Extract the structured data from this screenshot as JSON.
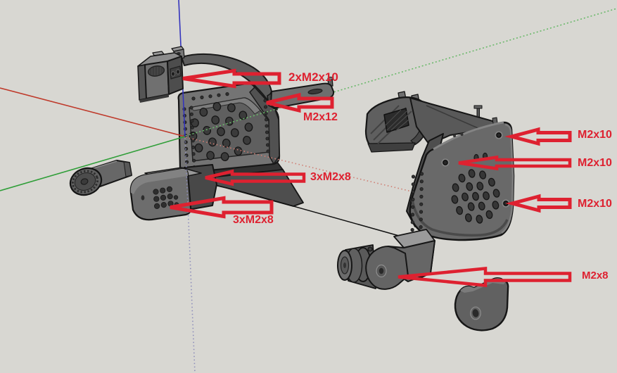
{
  "viewport": {
    "type": "3d-cad-assembly-view",
    "description": "Exploded CAD view of two mount assemblies with screw size callouts"
  },
  "annotations": {
    "color": "#de2130",
    "callouts": [
      {
        "id": "bracket-screws",
        "text": "2xM2x10"
      },
      {
        "id": "side-arm-screw",
        "text": "M2x12"
      },
      {
        "id": "plate-screws-upper",
        "text": "3xM2x8"
      },
      {
        "id": "block-screws-lower",
        "text": "3xM2x8"
      },
      {
        "id": "right-plate-top",
        "text": "M2x10"
      },
      {
        "id": "right-plate-middle",
        "text": "M2x10"
      },
      {
        "id": "right-plate-bottom",
        "text": "M2x10"
      },
      {
        "id": "pivot-screw",
        "text": "M2x8"
      }
    ]
  },
  "axes": {
    "red": "#bf3a2b",
    "green": "#2f9e38",
    "blue": "#3434bd",
    "red_dotted": "#cf7d72",
    "green_dotted": "#69b869",
    "blue_dotted": "#8c8cba"
  },
  "scene": {
    "background": "#d8d7d2",
    "part_gray": "#696969"
  }
}
